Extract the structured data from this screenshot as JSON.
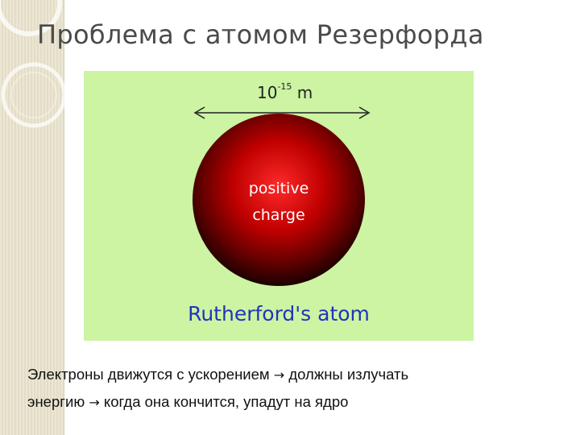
{
  "slide": {
    "title": "Проблема с атомом Резерфорда"
  },
  "figure": {
    "scale_label_base": "10",
    "scale_label_exp": "-15",
    "scale_label_unit": " m",
    "charge_line1": "positive",
    "charge_line2": "charge",
    "caption": "Rutherford's atom",
    "colors": {
      "background": "#ccf4a3",
      "sphere_center": "#ff2a2a",
      "sphere_edge": "#1a0000",
      "caption": "#2233bb"
    }
  },
  "body": {
    "line1_part1": "Электроны движутся с ускорением ",
    "line1_arrow": "→",
    "line1_part2": " должны излучать",
    "line2_part1": "энергию ",
    "line2_arrow": "→",
    "line2_part2": " когда она кончится, упадут на ядро"
  }
}
